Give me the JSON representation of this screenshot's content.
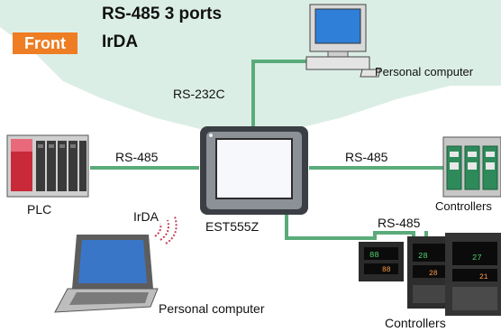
{
  "header": {
    "title": "RS-485   3 ports",
    "badge": "Front",
    "badge_text": "IrDA"
  },
  "labels": {
    "rs232c": "RS-232C",
    "rs485_left": "RS-485",
    "rs485_right": "RS-485",
    "rs485_bottom": "RS-485",
    "irda": "IrDA",
    "plc": "PLC",
    "est": "EST555Z",
    "pc_top": "Personal computer",
    "pc_bottom": "Personal computer",
    "controllers_right": "Controllers",
    "controllers_bottom": "Controllers"
  },
  "colors": {
    "bg_shape": "#dbeee6",
    "line": "#5aab7a",
    "accent": "#ee7d23"
  },
  "icons": {
    "plc": "plc-rack-icon",
    "hmi": "touch-panel-icon",
    "pc_desktop": "desktop-computer-icon",
    "pc_laptop": "laptop-icon",
    "controllers": "temperature-controller-icon",
    "rack_controllers": "din-rail-controller-icon",
    "irda": "infrared-wave-icon"
  }
}
